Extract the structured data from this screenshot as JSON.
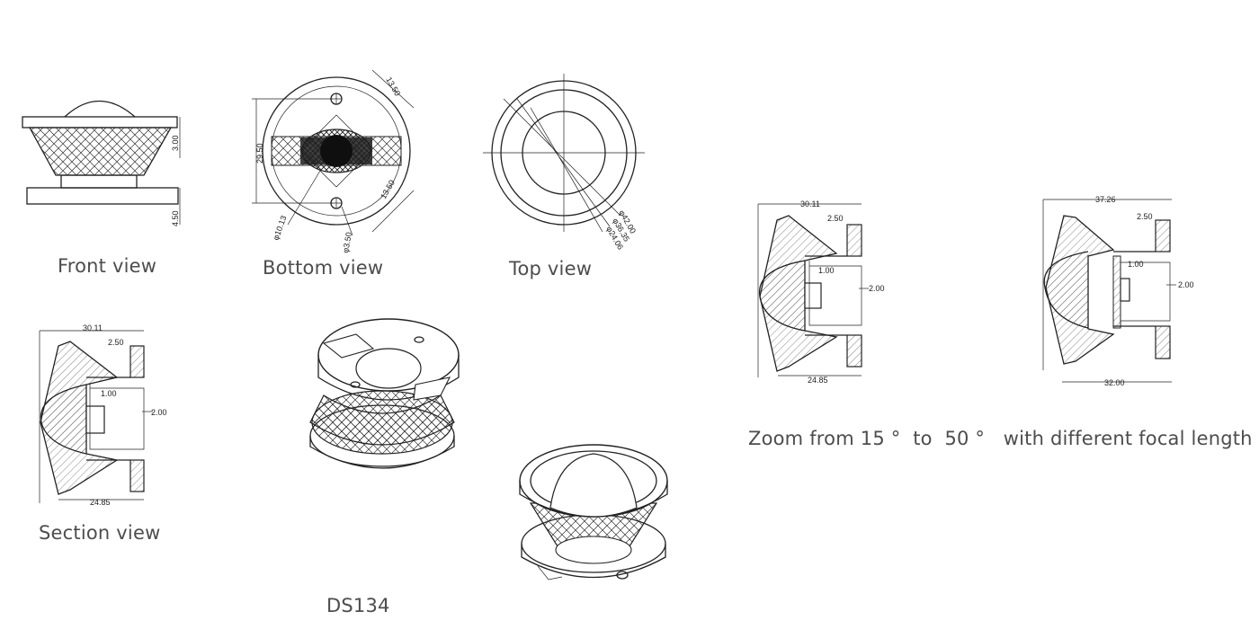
{
  "captions": {
    "front": "Front view",
    "bottom": "Bottom view",
    "top": "Top view",
    "section": "Section view",
    "model": "DS134",
    "zoom": "Zoom from 15 °  to  50 °   with different focal length"
  },
  "front_dims": {
    "height_top": "3.00",
    "height_base": "4.50"
  },
  "bottom_dims": {
    "top_right": "13.50",
    "bottom_right": "13.50",
    "height": "29.50",
    "diameter_small": "φ10.13",
    "hole": "φ3.50"
  },
  "top_dims": {
    "outer": "φ42.00",
    "middle": "φ36.35",
    "inner": "φ24.06"
  },
  "section_dims": {
    "top": "30.11",
    "step": "2.50",
    "inner": "1.00",
    "focal": "2.00",
    "bottom": "24.85"
  },
  "zoom1_dims": {
    "top": "30.11",
    "step": "2.50",
    "inner": "1.00",
    "focal": "2.00",
    "bottom": "24.85"
  },
  "zoom2_dims": {
    "top": "37.26",
    "step": "2.50",
    "inner": "1.00",
    "focal": "2.00",
    "bottom": "32.00"
  }
}
